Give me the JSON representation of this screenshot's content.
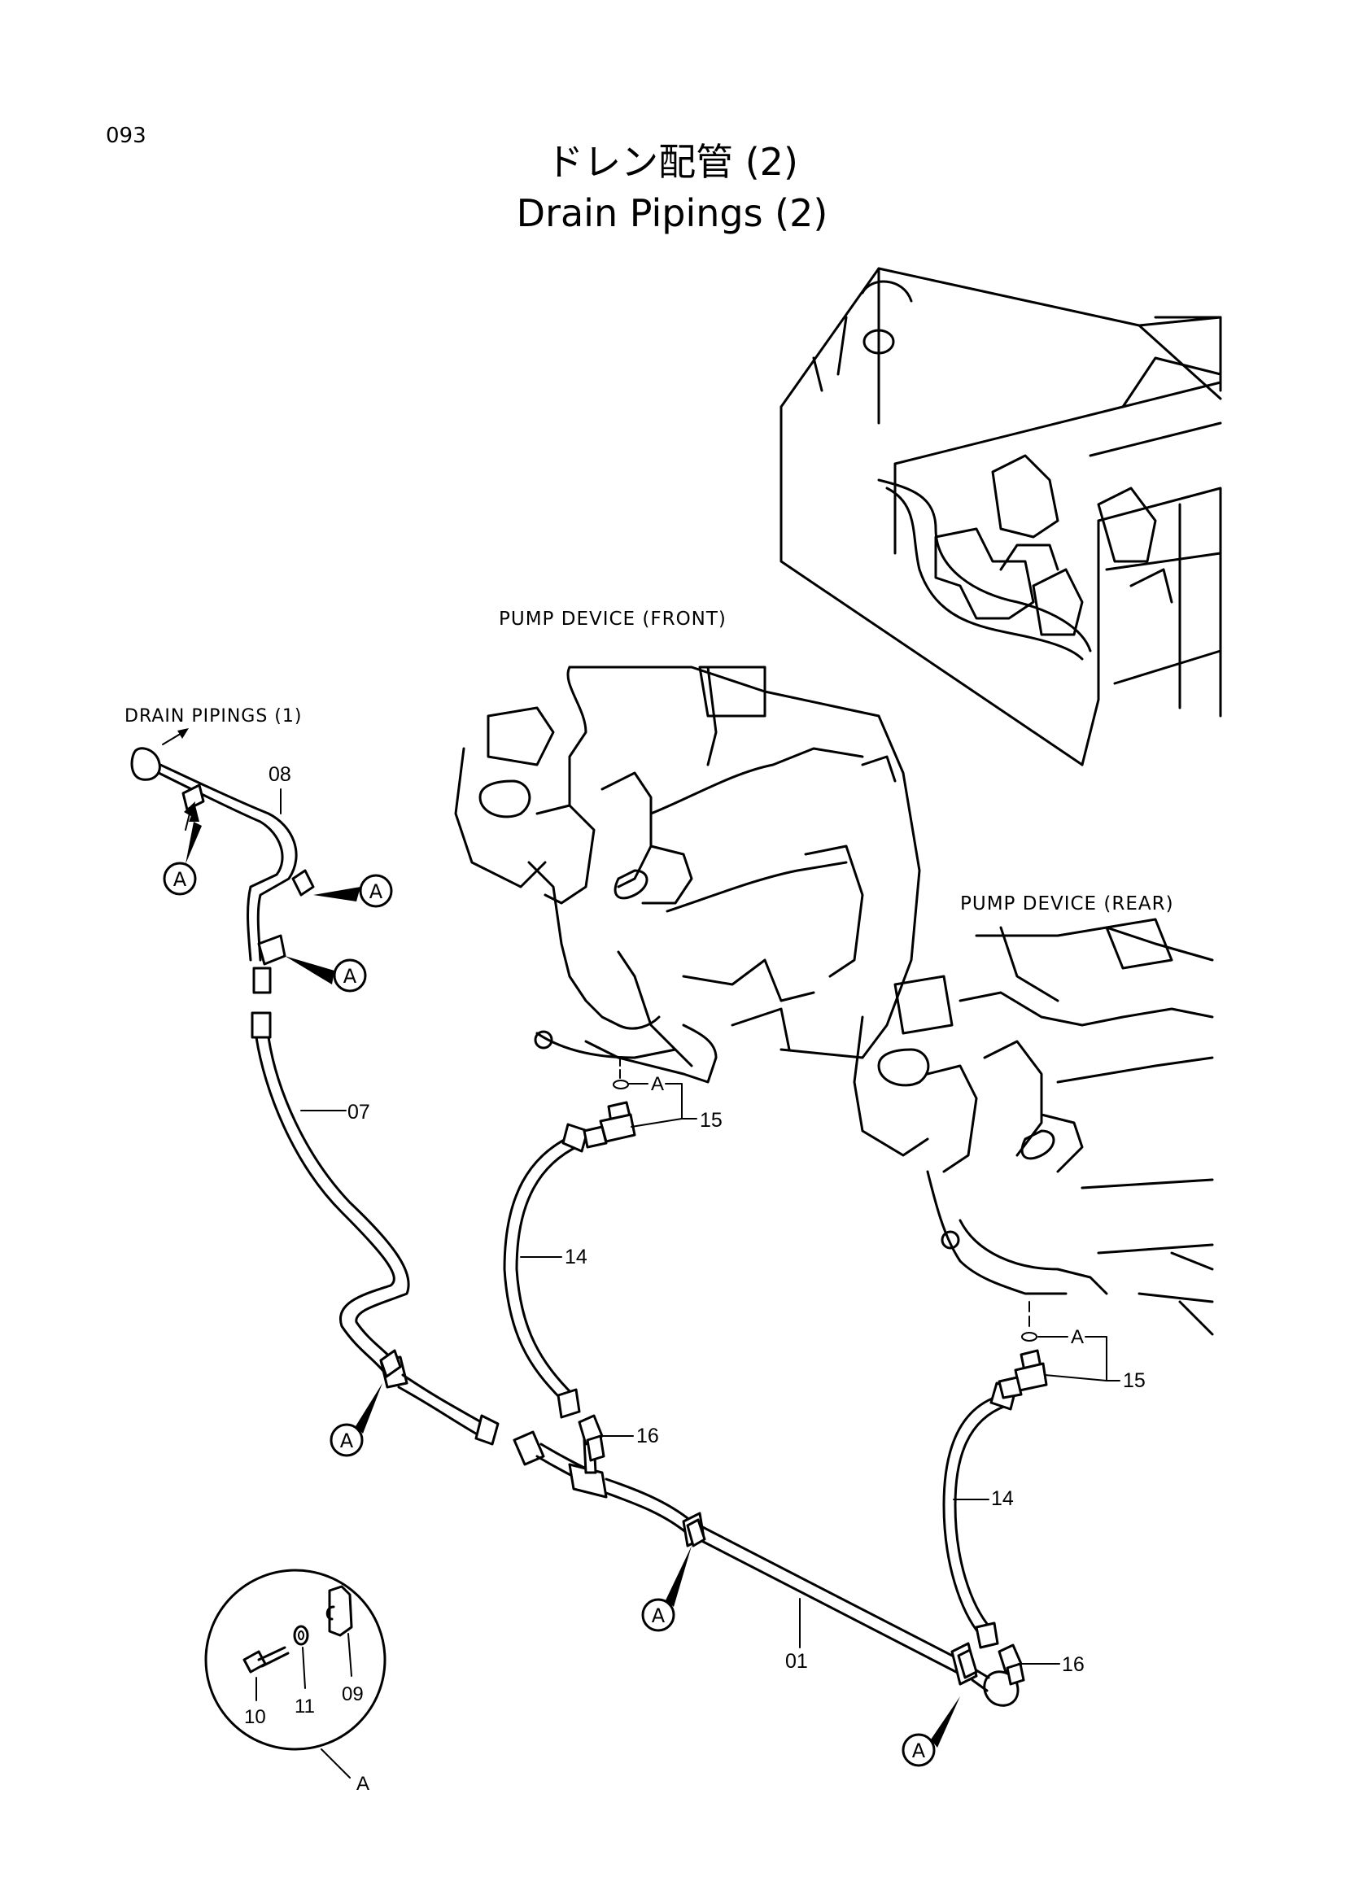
{
  "page_number": "093",
  "title_jp": "ドレン配管 (2)",
  "title_en": "Drain Pipings (2)",
  "labels": {
    "pump_front": "PUMP  DEVICE (FRONT)",
    "pump_rear": "PUMP  DEVICE (REAR)",
    "drain_pipings_1": "DRAIN PIPINGS (1)"
  },
  "callout_letter": "A",
  "part_numbers": {
    "p01": "01",
    "p07": "07",
    "p08": "08",
    "p09": "09",
    "p10": "10",
    "p11": "11",
    "p14": "14",
    "p15": "15",
    "p16": "16"
  }
}
